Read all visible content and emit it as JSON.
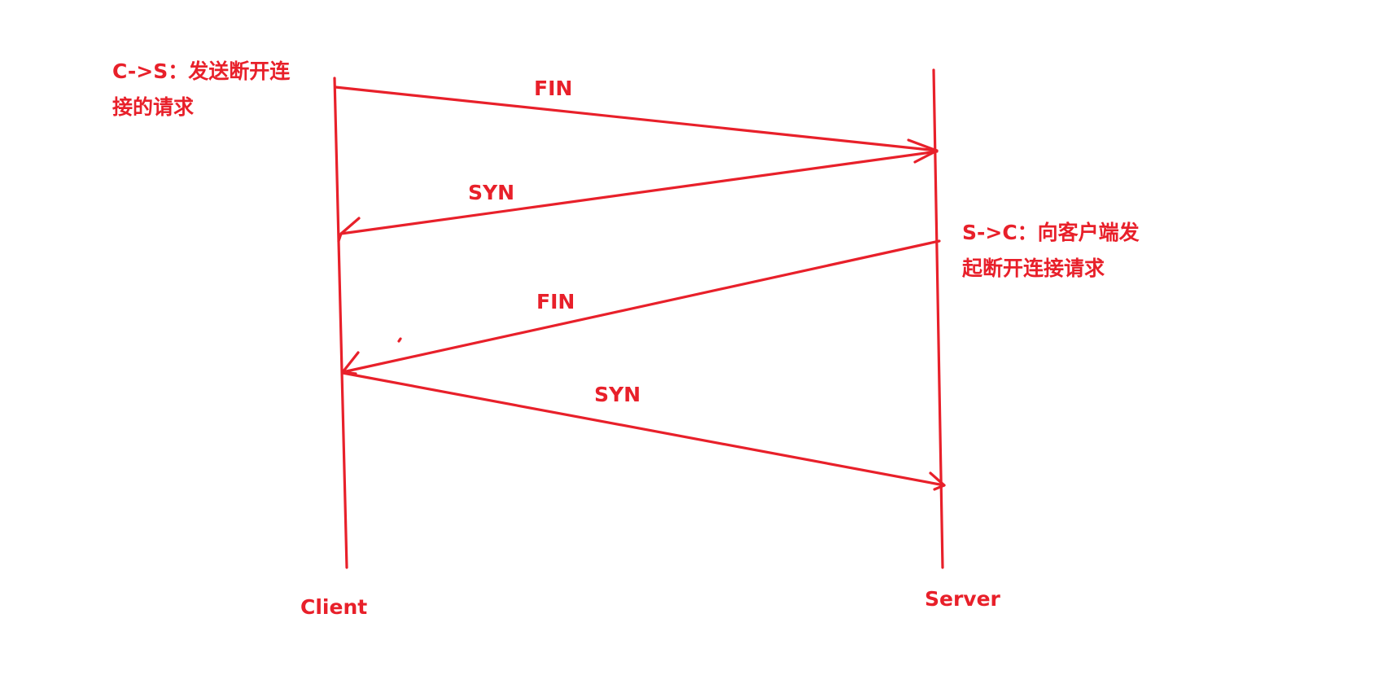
{
  "diagram": {
    "stroke_color": "#e8202a",
    "participants": {
      "client": "Client",
      "server": "Server"
    },
    "messages": [
      {
        "label": "FIN",
        "from": "client",
        "to": "server"
      },
      {
        "label": "SYN",
        "from": "server",
        "to": "client"
      },
      {
        "label": "FIN",
        "from": "server",
        "to": "client"
      },
      {
        "label": "SYN",
        "from": "client",
        "to": "server"
      }
    ],
    "notes": {
      "client_note": [
        "C->S：发送断开连",
        "接的请求"
      ],
      "server_note": [
        "S->C：向客户端发",
        "起断开连接请求"
      ]
    }
  }
}
